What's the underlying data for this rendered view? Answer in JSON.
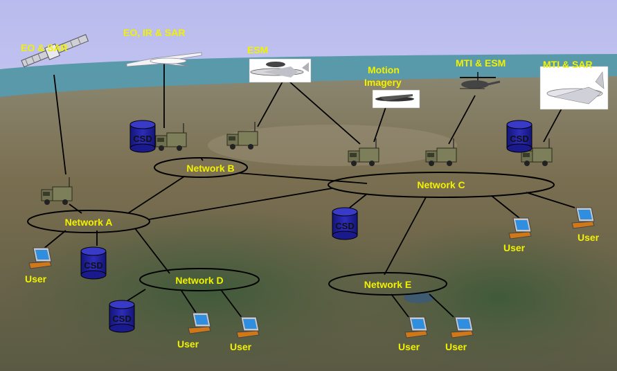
{
  "sensors": [
    {
      "id": "sat",
      "label": "EO & SAR",
      "icon": "satellite-icon"
    },
    {
      "id": "uav1",
      "label": "EO, IR & SAR",
      "icon": "uav-icon"
    },
    {
      "id": "awacs",
      "label": "ESM",
      "icon": "awacs-aircraft-icon"
    },
    {
      "id": "uav2",
      "label_line1": "Motion",
      "label_line2": "Imagery",
      "icon": "uav-icon"
    },
    {
      "id": "heli",
      "label": "MTI & ESM",
      "icon": "helicopter-icon"
    },
    {
      "id": "aircraft",
      "label": "MTI & SAR",
      "icon": "aircraft-icon"
    }
  ],
  "networks": {
    "a": "Network A",
    "b": "Network B",
    "c": "Network C",
    "d": "Network D",
    "e": "Network E"
  },
  "storage_label": "CSD",
  "user_label": "User",
  "colors": {
    "label_yellow": "#f2f200",
    "csd_blue": "#1f1f9e",
    "sky_top": "#c6c8f0",
    "terrain": "#6f6548",
    "water": "#3d8f9a"
  }
}
